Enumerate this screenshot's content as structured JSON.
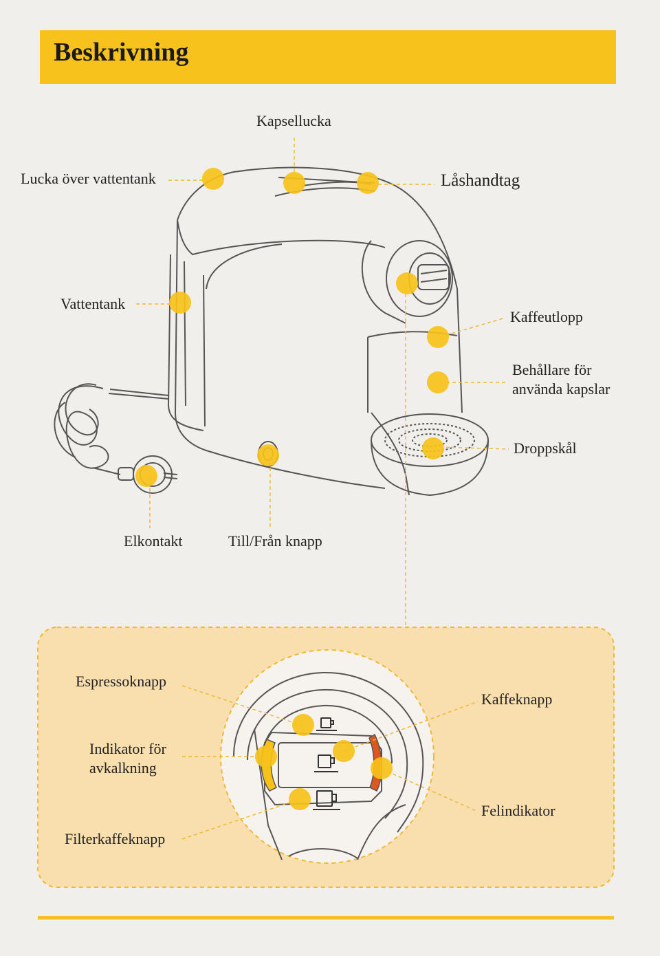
{
  "title": "Beskrivning",
  "labels": {
    "kapsellucka": "Kapsellucka",
    "lucka_vattentank": "Lucka över vattentank",
    "lashandtag": "Låshandtag",
    "vattentank": "Vattentank",
    "kaffeutlopp": "Kaffeutlopp",
    "behallare_line1": "Behållare för",
    "behallare_line2": "använda kapslar",
    "droppskal": "Droppskål",
    "elkontakt": "Elkontakt",
    "till_fran": "Till/Från knapp"
  },
  "detail_labels": {
    "espressoknapp": "Espressoknapp",
    "kaffeknapp": "Kaffeknapp",
    "indikator_line1": "Indikator för",
    "indikator_line2": "avkalkning",
    "felindikator": "Felindikator",
    "filterkaffeknapp": "Filterkaffeknapp"
  },
  "colors": {
    "accent": "#f7c21c",
    "marker": "#f6c21a",
    "panel": "#f9dfae",
    "leader": "#f0b735",
    "outline": "#555555",
    "error": "#e0561f",
    "background": "#f1efeb"
  },
  "icons": [
    "cup-icon"
  ]
}
